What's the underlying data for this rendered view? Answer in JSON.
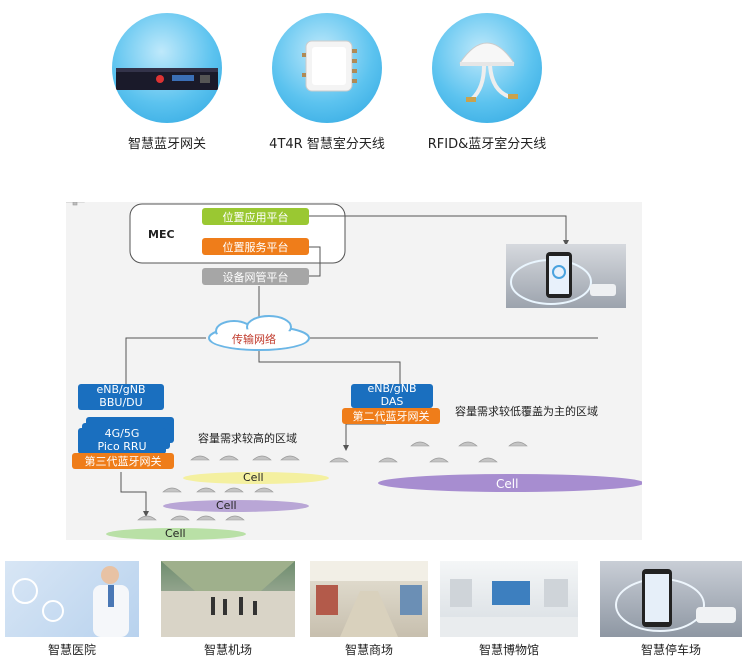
{
  "products": [
    {
      "label": "智慧蓝牙网关",
      "icon": "gateway-device-icon"
    },
    {
      "label": "4T4R 智慧室分天线",
      "icon": "panel-antenna-icon"
    },
    {
      "label": "RFID&蓝牙室分天线",
      "icon": "ceiling-antenna-icon"
    }
  ],
  "diagram": {
    "mec": "MEC",
    "location_app": "位置应用平台",
    "location_service": "位置服务平台",
    "device_mgmt": "设备网管平台",
    "transport": "传输网络",
    "bbu": "eNB/gNB\nBBU/DU",
    "rru_back2": "4G/5G",
    "rru_back1": "4G/5G",
    "rru": "4G/5G\nPico RRU",
    "gateway3": "第三代蓝牙网关",
    "das": "eNB/gNB\nDAS",
    "gateway2": "第二代蓝牙网关",
    "high_capacity": "容量需求较高的区域",
    "low_capacity": "容量需求较低覆盖为主的区域",
    "cell_label": "Cell"
  },
  "scenarios": [
    {
      "label": "智慧医院"
    },
    {
      "label": "智慧机场"
    },
    {
      "label": "智慧商场"
    },
    {
      "label": "智慧博物馆"
    },
    {
      "label": "智慧停车场"
    }
  ],
  "colors": {
    "blue": "#1a6fbf",
    "orange": "#ef7d1a",
    "green": "#9ac832",
    "gray": "#a6a6a6",
    "cell_yellow": "#f4f0a0",
    "cell_purple": "#b9a6d6",
    "cell_green": "#b9e0a6",
    "cell_purple_big": "#a78dd0"
  }
}
